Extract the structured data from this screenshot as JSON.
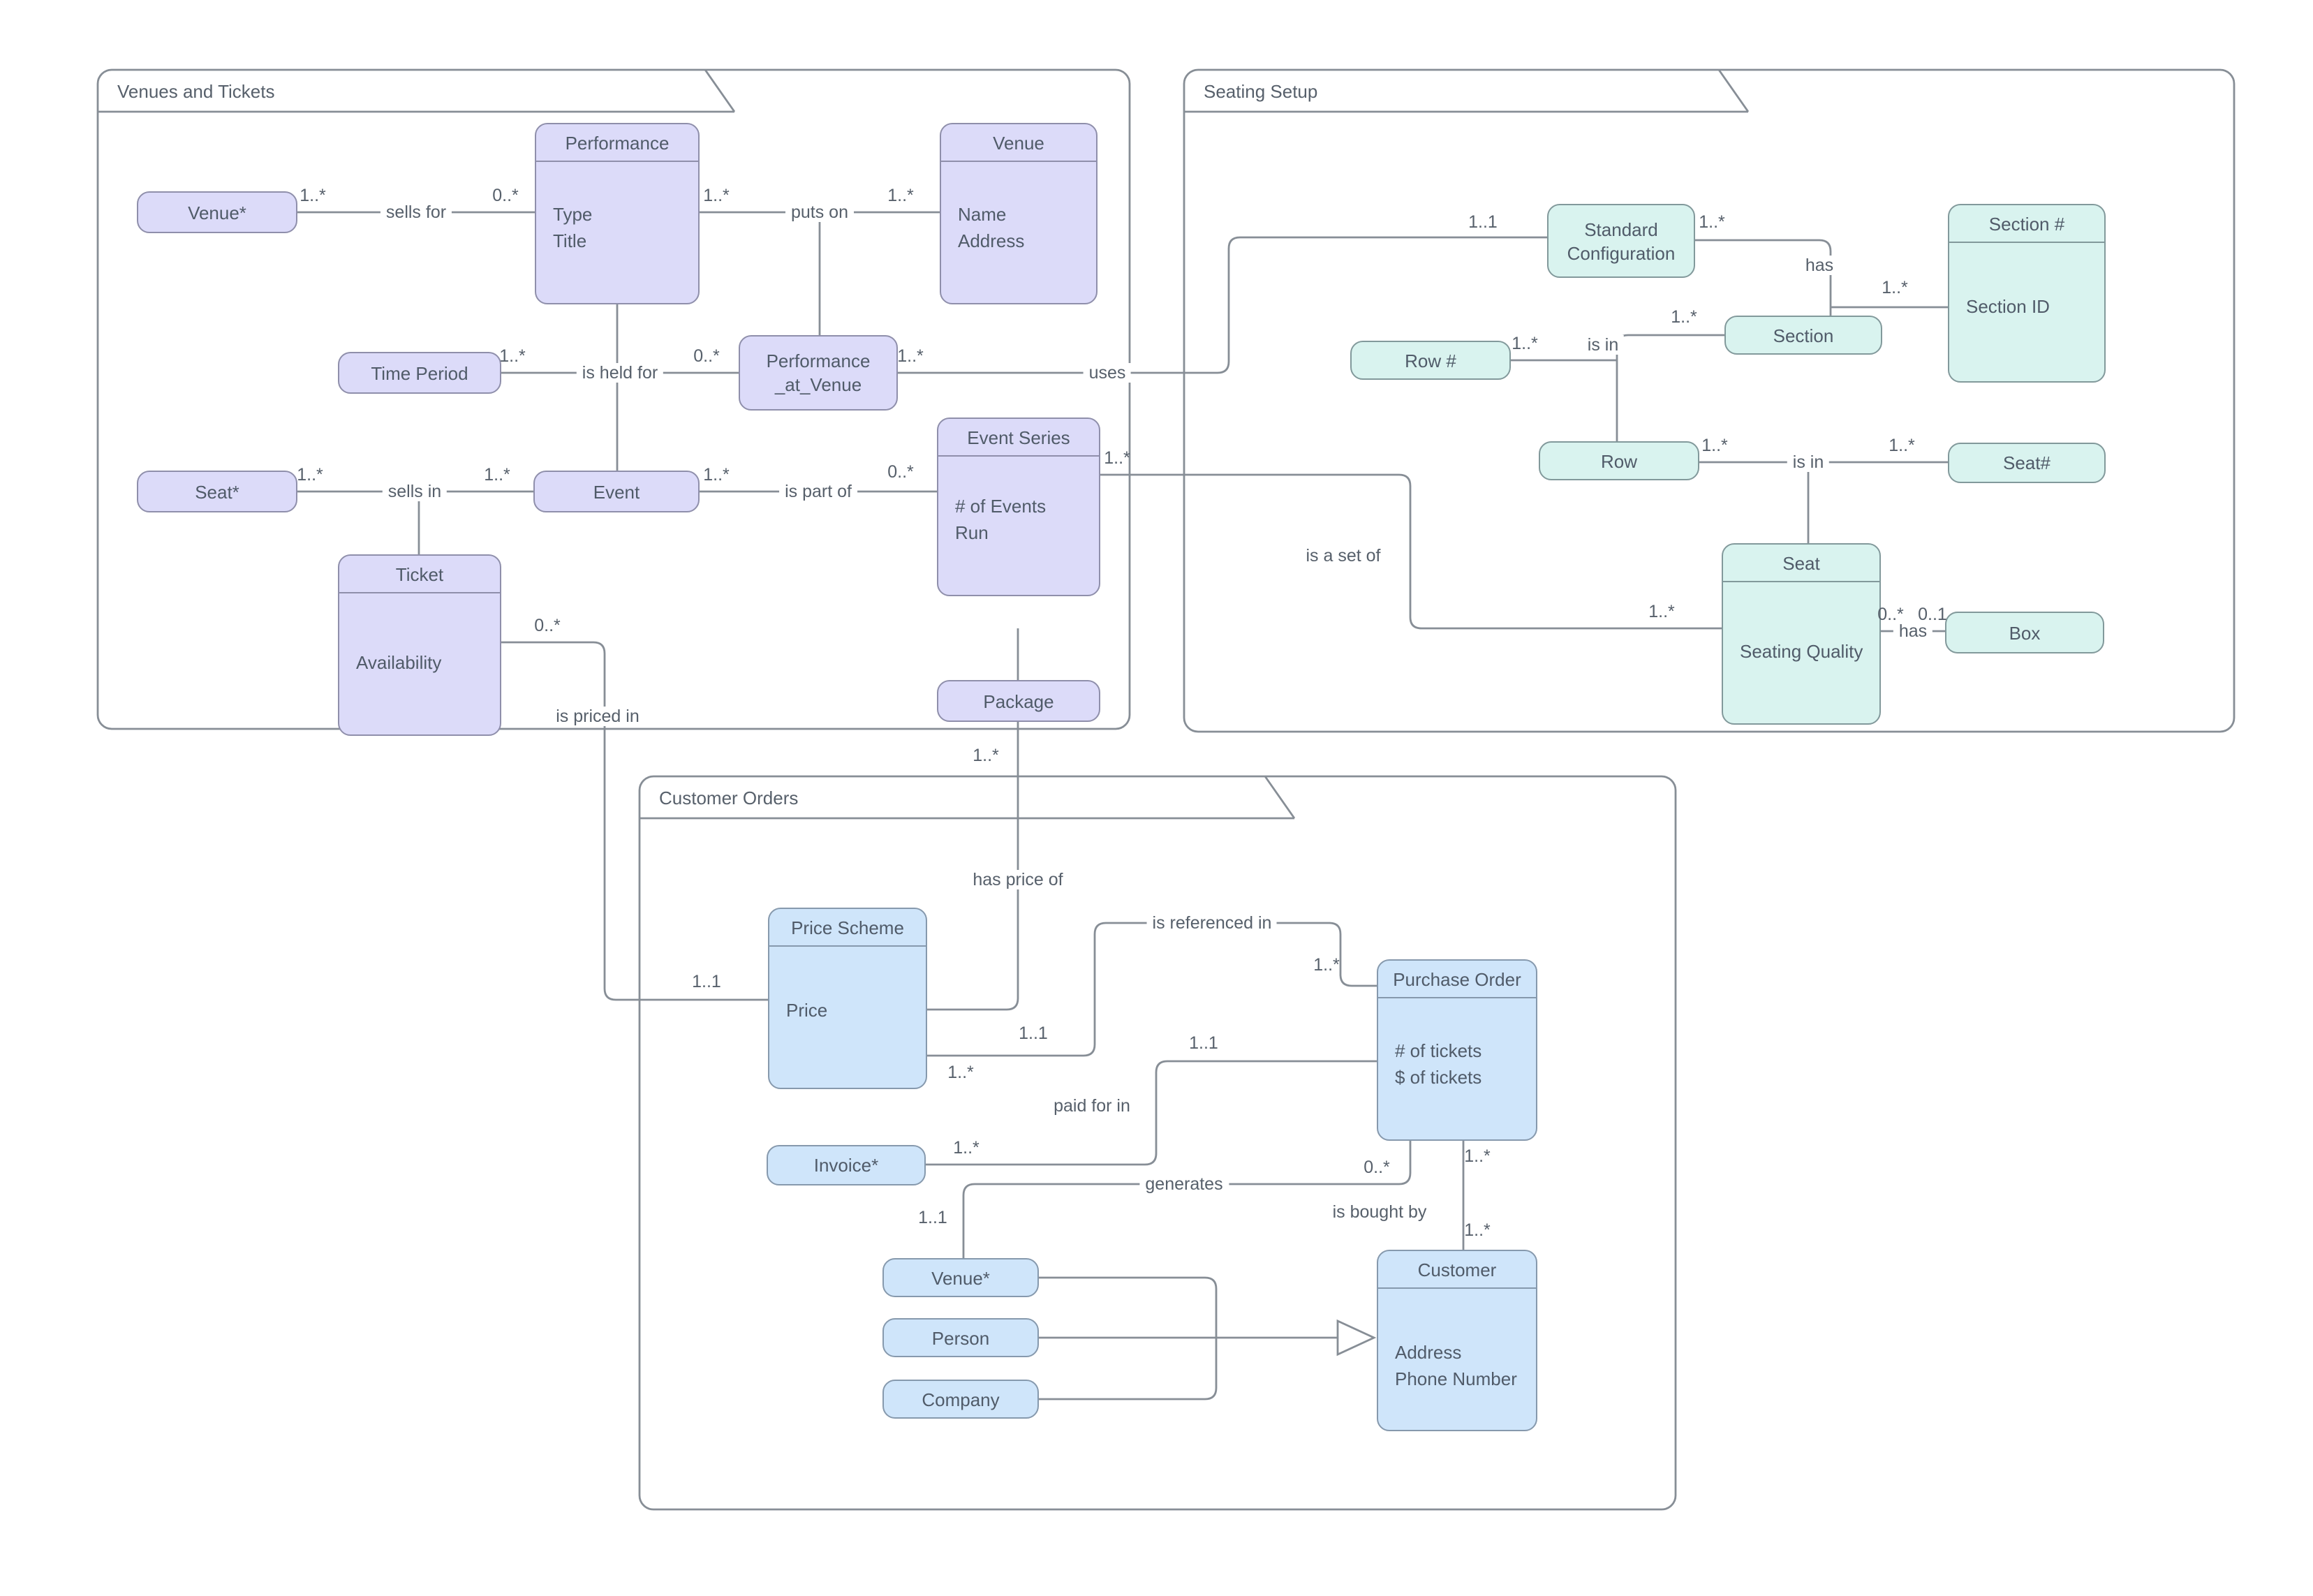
{
  "packages": {
    "venues_tickets": {
      "label": "Venues and Tickets"
    },
    "seating_setup": {
      "label": "Seating Setup"
    },
    "customer_orders": {
      "label": "Customer Orders"
    }
  },
  "entities": {
    "venue_ref": {
      "title": "Venue*"
    },
    "performance": {
      "title": "Performance",
      "attributes": [
        "Type",
        "Title"
      ]
    },
    "venue": {
      "title": "Venue",
      "attributes": [
        "Name",
        "Address"
      ]
    },
    "time_period": {
      "title": "Time Period"
    },
    "performance_at_venue": {
      "title_line1": "Performance",
      "title_line2": "_at_Venue"
    },
    "event": {
      "title": "Event"
    },
    "seat_ref": {
      "title": "Seat*"
    },
    "event_series": {
      "title": "Event Series",
      "attributes": [
        "# of Events",
        "Run"
      ]
    },
    "ticket": {
      "title": "Ticket",
      "attributes": [
        "Availability"
      ]
    },
    "package": {
      "title": "Package"
    },
    "standard_configuration": {
      "title_line1": "Standard",
      "title_line2": "Configuration"
    },
    "section_number": {
      "title": "Section #",
      "attributes": [
        "Section ID"
      ]
    },
    "section": {
      "title": "Section"
    },
    "row_number": {
      "title": "Row #"
    },
    "row": {
      "title": "Row"
    },
    "seat_number": {
      "title": "Seat#"
    },
    "seat": {
      "title": "Seat",
      "attributes": [
        "Seating Quality"
      ]
    },
    "box": {
      "title": "Box"
    },
    "price_scheme": {
      "title": "Price Scheme",
      "attributes": [
        "Price"
      ]
    },
    "purchase_order": {
      "title": "Purchase Order",
      "attributes": [
        "# of tickets",
        "$ of tickets"
      ]
    },
    "invoice_ref": {
      "title": "Invoice*"
    },
    "venue_ref2": {
      "title": "Venue*"
    },
    "person": {
      "title": "Person"
    },
    "company": {
      "title": "Company"
    },
    "customer": {
      "title": "Customer",
      "attributes": [
        "Address",
        "Phone Number"
      ]
    }
  },
  "relationships": {
    "sells_for": {
      "label": "sells for",
      "venue_mult": "1..*",
      "performance_mult": "0..*"
    },
    "puts_on": {
      "label": "puts on",
      "performance_mult": "1..*",
      "venue_mult": "1..*"
    },
    "is_held_for": {
      "label": "is held for",
      "time_period_mult": "1..*",
      "pav_mult": "0..*"
    },
    "uses": {
      "label": "uses",
      "pav_mult": "1..*",
      "config_mult": "1..1"
    },
    "has_section": {
      "label": "has",
      "config_mult": "1..*"
    },
    "section_id_link": {
      "section_number_mult": "1..*"
    },
    "section_is_in": {
      "label": "is in",
      "section_mult": "1..*",
      "row_number_mult": "1..*"
    },
    "row_is_in": {
      "label": "is in",
      "row_mult": "1..*",
      "seat_number_mult": "1..*"
    },
    "seat_has_box": {
      "label": "has",
      "seat_mult": "0..*",
      "box_mult": "0..1"
    },
    "sells_in": {
      "label": "sells in",
      "seat_mult": "1..*",
      "event_mult": "1..*"
    },
    "is_part_of": {
      "label": "is part of",
      "event_mult": "1..*",
      "series_mult": "0..*"
    },
    "is_a_set_of": {
      "label": "is a set of",
      "series_mult": "1..*",
      "seat_mult": "1..*"
    },
    "is_priced_in": {
      "label": "is priced in",
      "ticket_mult": "0..*",
      "scheme_mult": "1..1"
    },
    "has_price_of": {
      "label": "has price of",
      "package_mult": "1..*",
      "scheme_mult": "1..1"
    },
    "is_referenced_in": {
      "label": "is referenced in",
      "scheme_mult": "1..*",
      "order_mult": "1..*"
    },
    "paid_for_in": {
      "label": "paid for in",
      "invoice_mult": "1..*",
      "order_mult": "1..1"
    },
    "generates": {
      "label": "generates",
      "order_mult": "0..*",
      "venue_mult": "1..1"
    },
    "is_bought_by": {
      "label": "is bought by",
      "order_mult": "1..*",
      "customer_mult": "1..*"
    }
  },
  "colors": {
    "lavender_fill": "#dcdbf9",
    "mint_fill": "#d9f3ef",
    "blue_fill": "#cfe5fa",
    "line": "#878e96",
    "text": "#57606b"
  }
}
